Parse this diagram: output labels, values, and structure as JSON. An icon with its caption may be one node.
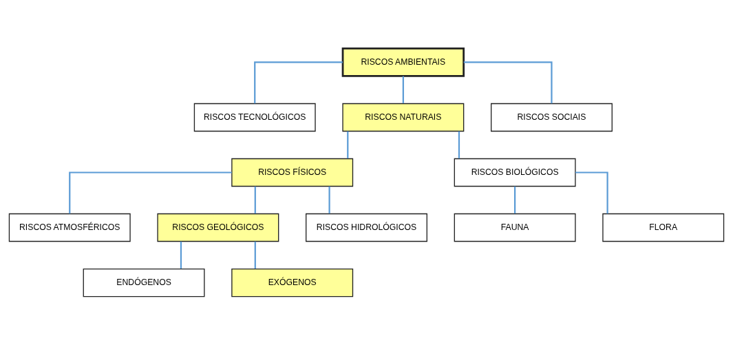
{
  "diagram": {
    "nodes": [
      {
        "text": [
          "RISCOS AMBIENTAIS"
        ]
      },
      {
        "text": [
          "RISCOS TECNOLÓGICOS"
        ]
      },
      {
        "text": [
          "RISCOS NATURAIS"
        ]
      },
      {
        "text": [
          "RISCOS SOCIAIS"
        ]
      },
      {
        "text": [
          "RISCOS FÍSICOS"
        ]
      },
      {
        "text": [
          "RISCOS BIOLÓGICOS"
        ]
      },
      {
        "text": [
          "RISCOS ATMOSFÉRICOS"
        ]
      },
      {
        "text": [
          "RISCOS GEOLÓGICOS"
        ]
      },
      {
        "text": [
          "RISCOS HIDROLÓGICOS"
        ]
      },
      {
        "text": [
          "FAUNA"
        ]
      },
      {
        "text": [
          "FLORA"
        ]
      },
      {
        "text": [
          "ENDÓGENOS"
        ]
      },
      {
        "text": [
          "EXÓGENOS"
        ]
      }
    ],
    "edges": [
      {
        "from": 0,
        "to": 1,
        "arrow": "none"
      },
      {
        "from": 0,
        "to": 2,
        "arrow": "none"
      },
      {
        "from": 0,
        "to": 3,
        "arrow": "none"
      },
      {
        "from": 2,
        "to": 4,
        "arrow": "none"
      },
      {
        "from": 2,
        "to": 5,
        "arrow": "none"
      },
      {
        "from": 4,
        "to": 6,
        "arrow": "none"
      },
      {
        "from": 4,
        "to": 7,
        "arrow": "none"
      },
      {
        "from": 4,
        "to": 8,
        "arrow": "none"
      },
      {
        "from": 5,
        "to": 9,
        "arrow": "none"
      },
      {
        "from": 5,
        "to": 10,
        "arrow": "none"
      },
      {
        "from": 7,
        "to": 11,
        "arrow": "none"
      },
      {
        "from": 7,
        "to": 12,
        "arrow": "none"
      }
    ]
  }
}
